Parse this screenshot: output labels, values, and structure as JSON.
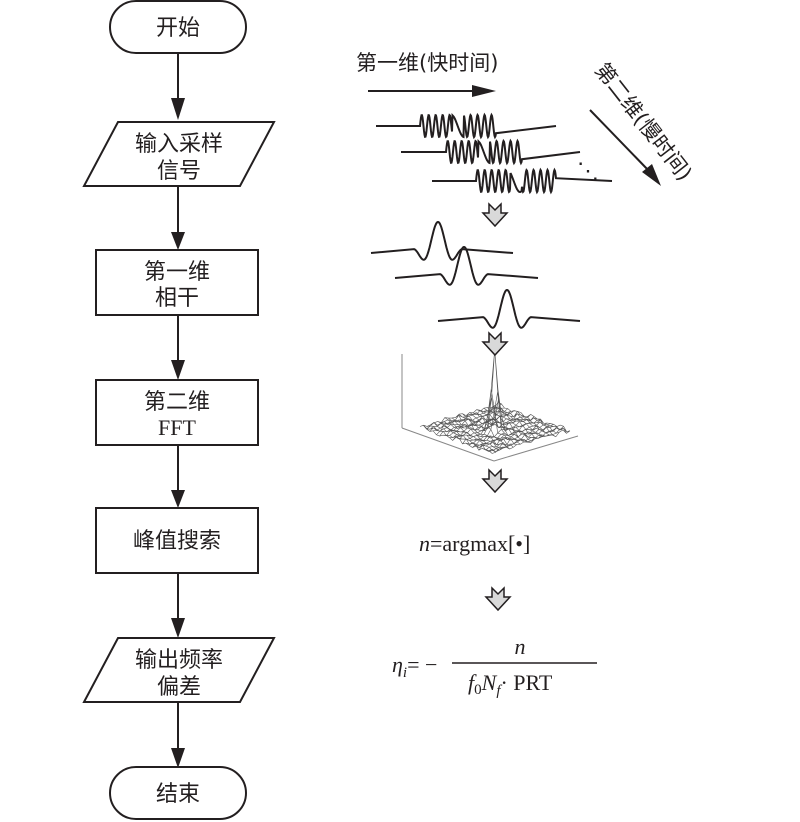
{
  "flowchart": {
    "nodes": [
      {
        "id": "start",
        "shape": "terminator",
        "lines": [
          "开始"
        ]
      },
      {
        "id": "input",
        "shape": "parallelogram",
        "lines": [
          "输入采样",
          "信号"
        ]
      },
      {
        "id": "coherent",
        "shape": "process",
        "lines": [
          "第一维",
          "相干"
        ]
      },
      {
        "id": "fft",
        "shape": "process",
        "lines": [
          "第二维",
          "FFT"
        ]
      },
      {
        "id": "peak",
        "shape": "process",
        "lines": [
          "峰值搜索"
        ]
      },
      {
        "id": "output",
        "shape": "parallelogram",
        "lines": [
          "输出频率",
          "偏差"
        ]
      },
      {
        "id": "end",
        "shape": "terminator",
        "lines": [
          "结束"
        ]
      }
    ]
  },
  "illustration": {
    "fast_time_label": "第一维(快时间)",
    "slow_time_label": "第二维(慢时间)",
    "ellipsis": "⋱",
    "argmax_formula": {
      "var": "n",
      "rest": "=argmax[•]"
    },
    "freq_formula": {
      "lhs": "η",
      "lhs_sub": "i",
      "eq": "= −",
      "numerator": "n",
      "den_f": "f",
      "den_f_sub": "0",
      "den_N": "N",
      "den_N_sub": "f",
      "den_rest": "· PRT"
    }
  },
  "colors": {
    "stroke": "#231f20",
    "arrow_fill": "#d9d9d9",
    "background": "#ffffff"
  }
}
